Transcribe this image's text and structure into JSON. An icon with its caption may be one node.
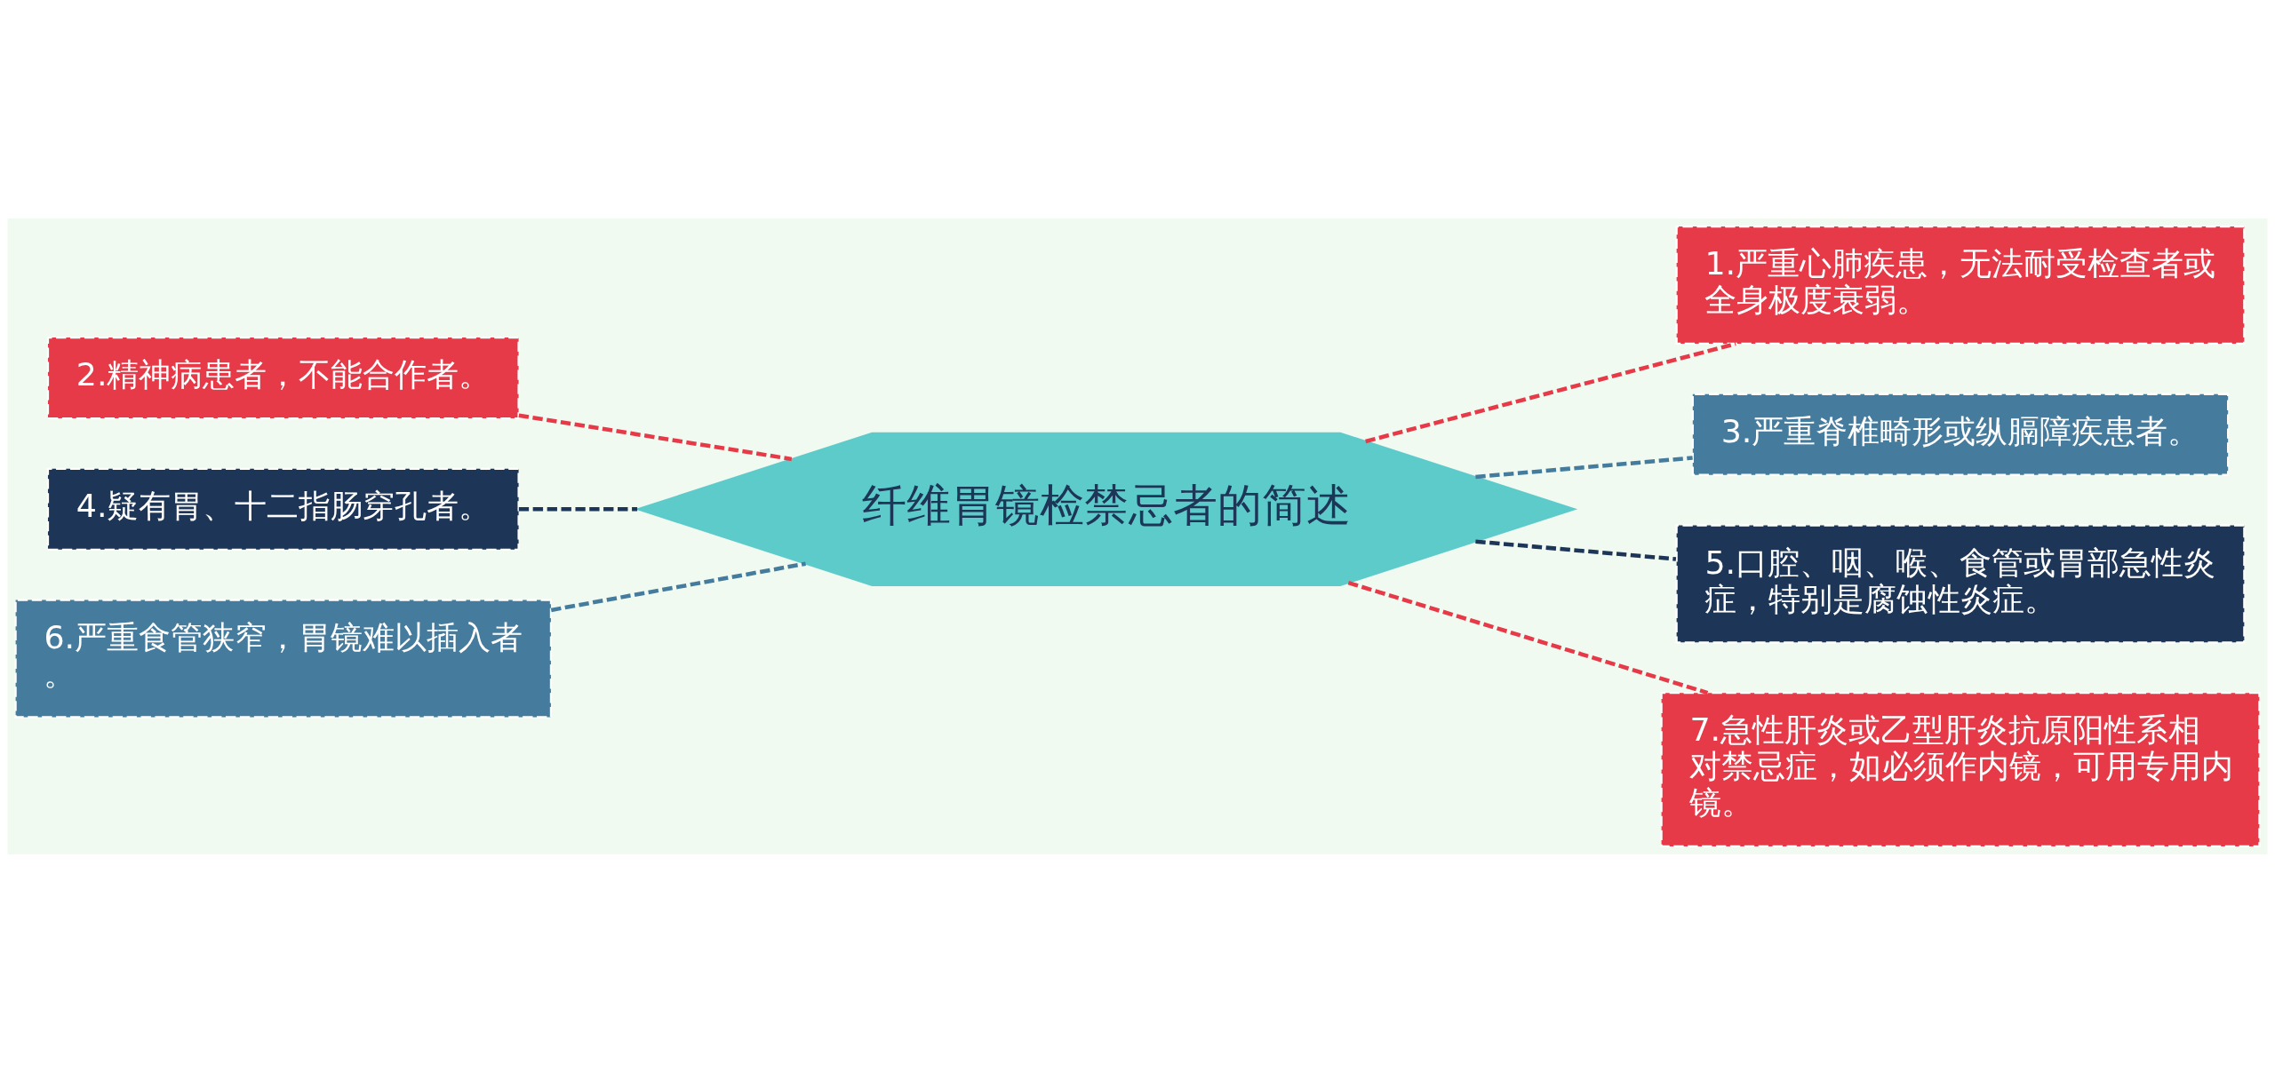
{
  "diagram": {
    "nodes": [
      {
        "text": [
          "纤维胃镜检禁忌者的简述"
        ]
      },
      {
        "text": [
          "2.精神病患者，不能合作者。"
        ]
      },
      {
        "text": [
          "4.疑有胃、十二指肠穿孔者。"
        ]
      },
      {
        "text": [
          "6.严重食管狭窄，胃镜难以插入者。"
        ]
      },
      {
        "text": [
          "1.严重心肺疾患，无法耐受检查者或全身极度衰弱。"
        ]
      },
      {
        "text": [
          "3.严重脊椎畸形或纵膈障疾患者。"
        ]
      },
      {
        "text": [
          "5.口腔、咽、喉、食管或胃部急性炎症，特别是腐蚀性炎症。"
        ]
      },
      {
        "text": [
          "7.急性肝炎或乙型肝炎抗原阳性系相对禁忌症，如必须作内镜，可用专用内镜。"
        ]
      }
    ],
    "edges": [
      {
        "from": 0,
        "to": 1,
        "arrow": "none",
        "style": "dashed",
        "color": "#e63a48"
      },
      {
        "from": 0,
        "to": 2,
        "arrow": "none",
        "style": "dashed",
        "color": "#1d3557"
      },
      {
        "from": 0,
        "to": 3,
        "arrow": "none",
        "style": "dashed",
        "color": "#457b9d"
      },
      {
        "from": 0,
        "to": 4,
        "arrow": "none",
        "style": "dashed",
        "color": "#e63a48"
      },
      {
        "from": 0,
        "to": 5,
        "arrow": "none",
        "style": "dashed",
        "color": "#457b9d"
      },
      {
        "from": 0,
        "to": 6,
        "arrow": "none",
        "style": "dashed",
        "color": "#1d3557"
      },
      {
        "from": 0,
        "to": 7,
        "arrow": "none",
        "style": "dashed",
        "color": "#e63a48"
      }
    ]
  }
}
